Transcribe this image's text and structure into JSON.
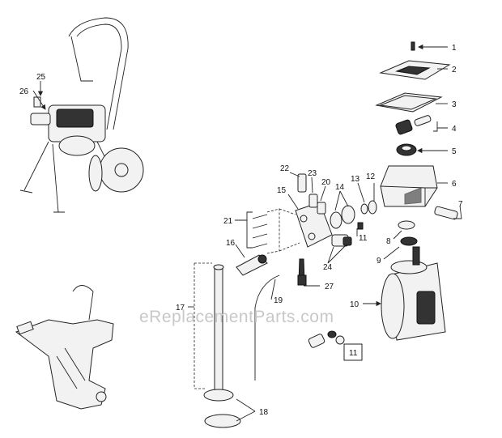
{
  "watermark": "eReplacementParts.com",
  "callouts": [
    "1",
    "2",
    "3",
    "4",
    "5",
    "6",
    "7",
    "8",
    "9",
    "10",
    "11",
    "12",
    "13",
    "14",
    "15",
    "16",
    "17",
    "18",
    "19",
    "20",
    "21",
    "22",
    "23",
    "24",
    "25",
    "26",
    "27"
  ]
}
